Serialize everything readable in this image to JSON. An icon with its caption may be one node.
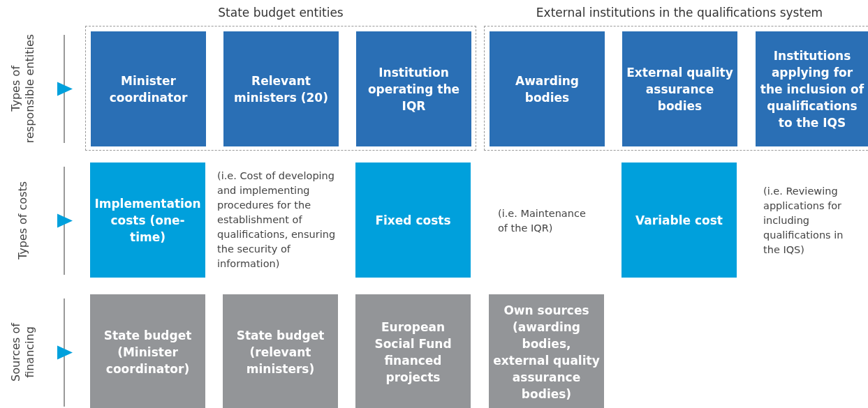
{
  "diagram": {
    "nodes": [
      {
        "text": [
          "State budget entities"
        ]
      },
      {
        "text": [
          "Minister coordinator"
        ],
        "in": 0
      },
      {
        "text": [
          "Relevant ministers (20)"
        ],
        "in": 0
      },
      {
        "text": [
          "Institution operating the IQR"
        ],
        "in": 0
      },
      {
        "text": [
          "External institutions in the qualifications system"
        ]
      },
      {
        "text": [
          "Awarding bodies"
        ],
        "in": 4
      },
      {
        "text": [
          "External quality assurance bodies"
        ],
        "in": 4
      },
      {
        "text": [
          "Institutions applying for the inclusion of qualifications to the IQS"
        ],
        "in": 4
      },
      {
        "text": [
          "Implementation costs (one-time)"
        ],
        "beside": [
          "(i.e. Cost of developing and implementing procedures for the establishment of qualifications, ensuring the security of information)"
        ]
      },
      {
        "text": [
          "Fixed costs"
        ],
        "beside": [
          "(i.e. Maintenance of the IQR)"
        ]
      },
      {
        "text": [
          "Variable cost"
        ],
        "beside": [
          "(i.e. Reviewing applications for including qualifications in the IQS)"
        ]
      },
      {
        "text": [
          "State budget (Minister coordinator)"
        ]
      },
      {
        "text": [
          "State budget (relevant ministers)"
        ]
      },
      {
        "text": [
          "European Social Fund financed projects"
        ]
      },
      {
        "text": [
          "Own sources (awarding bodies, external quality assurance bodies)"
        ]
      }
    ],
    "edges": [],
    "labels": [
      "Types of responsible entities",
      "Types of costs",
      "Sources of financing"
    ]
  }
}
